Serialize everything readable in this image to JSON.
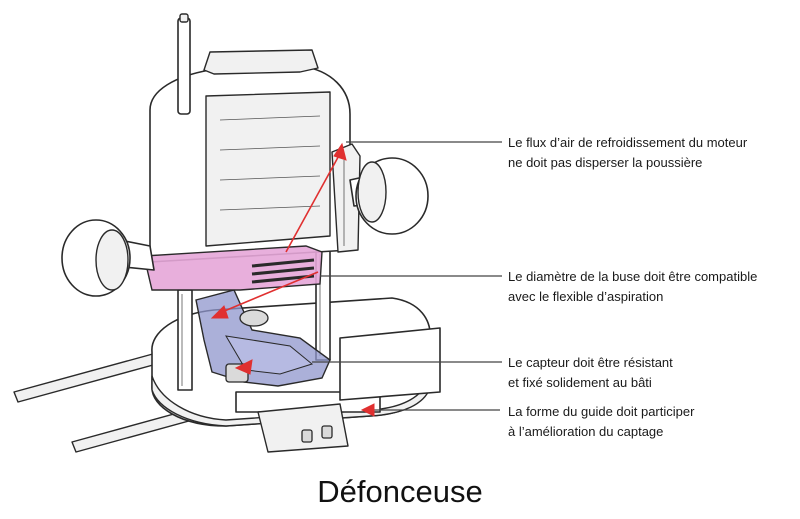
{
  "callouts": [
    {
      "id": "airflow",
      "lines": [
        "Le flux d’air de refroidissement du moteur",
        "ne doit pas disperser la poussière"
      ]
    },
    {
      "id": "nozzle",
      "lines": [
        "Le diamètre de la buse doit être compatible",
        "avec le flexible d’aspiration"
      ]
    },
    {
      "id": "sensor",
      "lines": [
        "Le capteur doit être résistant",
        "et fixé solidement au bâti"
      ]
    },
    {
      "id": "guide",
      "lines": [
        "La forme du guide doit participer",
        "à l’amélioration du captage"
      ]
    }
  ],
  "caption": "Défonceuse",
  "colors": {
    "arrow": "#e03030",
    "collar": "#e6a6d8",
    "hood": "#8f96cc",
    "line": "#444444"
  },
  "icons": [
    "router-tool-illustration"
  ]
}
